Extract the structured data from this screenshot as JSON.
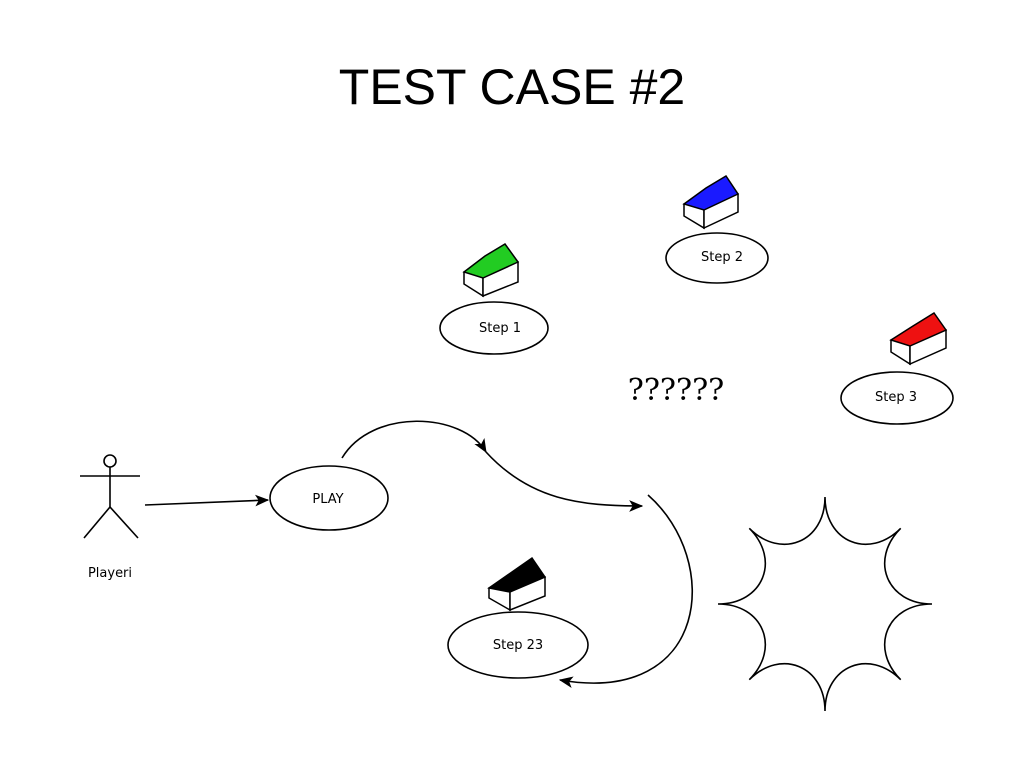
{
  "title": "TEST CASE #2",
  "actor": {
    "label": "Playeri"
  },
  "play": {
    "label": "PLAY"
  },
  "steps": [
    {
      "label": "Step 1",
      "roof_color": "#22cc22"
    },
    {
      "label": "Step 2",
      "roof_color": "#1a1aff"
    },
    {
      "label": "Step 3",
      "roof_color": "#ee1111"
    },
    {
      "label": "Step 23",
      "roof_color": "#000000"
    }
  ],
  "unknown": {
    "label": "??????"
  }
}
